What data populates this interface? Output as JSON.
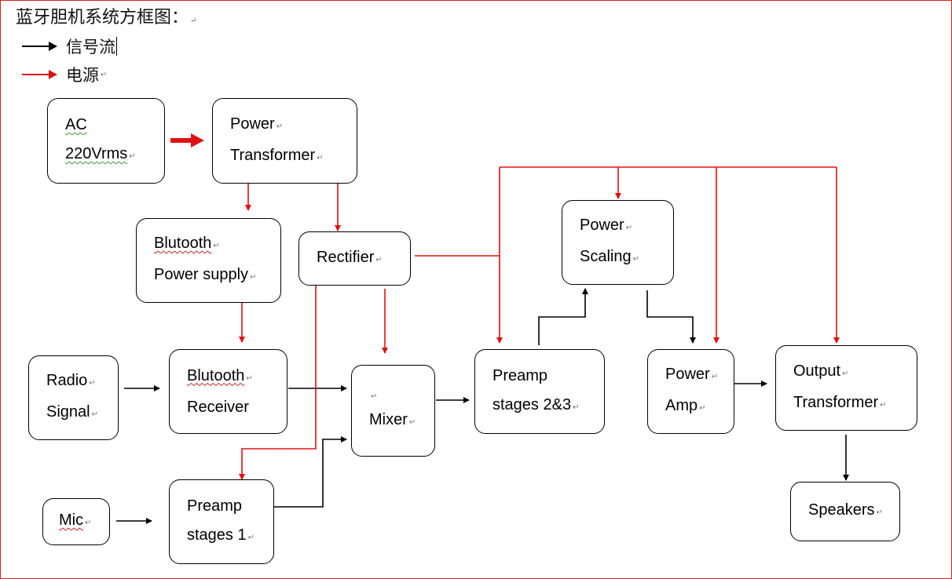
{
  "heading": "蓝牙胆机系统方框图：",
  "legend": [
    {
      "label": "信号流",
      "color": "#000000"
    },
    {
      "label": "电源",
      "color": "#e01010"
    }
  ],
  "colors": {
    "signal": "#000000",
    "power": "#e01010",
    "frame": "#d42020"
  },
  "blocks": {
    "ac": {
      "lines": [
        "AC",
        "220Vrms"
      ]
    },
    "power_transformer": {
      "lines": [
        "Power",
        "Transformer"
      ]
    },
    "bt_power": {
      "lines": [
        "Blutooth",
        "Power supply"
      ]
    },
    "rectifier": {
      "lines": [
        "Rectifier"
      ]
    },
    "power_scaling": {
      "lines": [
        "Power",
        "Scaling"
      ]
    },
    "radio": {
      "lines": [
        "Radio",
        "Signal"
      ]
    },
    "bt_receiver": {
      "lines": [
        "Blutooth",
        "Receiver"
      ]
    },
    "mixer": {
      "lines": [
        "Mixer"
      ]
    },
    "preamp23": {
      "lines": [
        "Preamp",
        "stages 2&3"
      ]
    },
    "power_amp": {
      "lines": [
        "Power",
        "Amp"
      ]
    },
    "output_transformer": {
      "lines": [
        "Output",
        "Transformer"
      ]
    },
    "mic": {
      "lines": [
        "Mic"
      ]
    },
    "preamp1": {
      "lines": [
        "Preamp",
        "stages 1"
      ]
    },
    "speakers": {
      "lines": [
        "Speakers"
      ]
    }
  }
}
